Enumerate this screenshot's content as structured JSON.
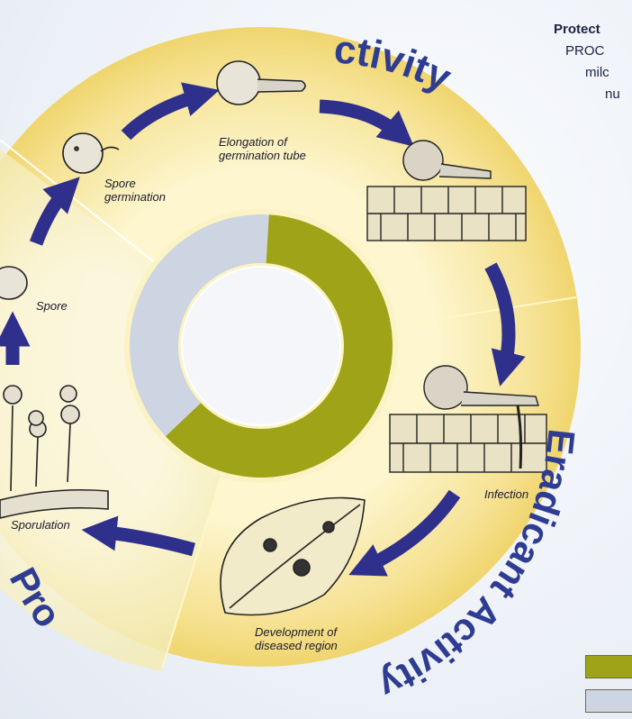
{
  "diagram": {
    "arc_labels": {
      "top": "ctivity",
      "right": "Eradicant Activity",
      "left": "Pro"
    },
    "stages": [
      {
        "id": "spore",
        "label": "Spore"
      },
      {
        "id": "spore-germination",
        "label": "Spore\ngermination"
      },
      {
        "id": "elongation",
        "label": "Elongation of\ngermination tube"
      },
      {
        "id": "infection",
        "label": "Infection"
      },
      {
        "id": "development",
        "label": "Development of\ndiseased region"
      },
      {
        "id": "sporulation",
        "label": "Sporulation"
      }
    ],
    "donut": {
      "segments": [
        {
          "color": "#9ea317",
          "fraction": 0.62
        },
        {
          "color": "#cdd4e2",
          "fraction": 0.38
        }
      ]
    }
  },
  "side_text": {
    "line1": "Protect",
    "line2": "PROC",
    "line3": "milc",
    "line4": "nu"
  },
  "legend": {
    "items": [
      {
        "color": "#9ea317"
      },
      {
        "color": "#cdd4e2"
      }
    ]
  },
  "colors": {
    "ring_fill": "#f7e8a0",
    "arrow": "#2f2f8c",
    "arc_text": "#2e3c92"
  }
}
